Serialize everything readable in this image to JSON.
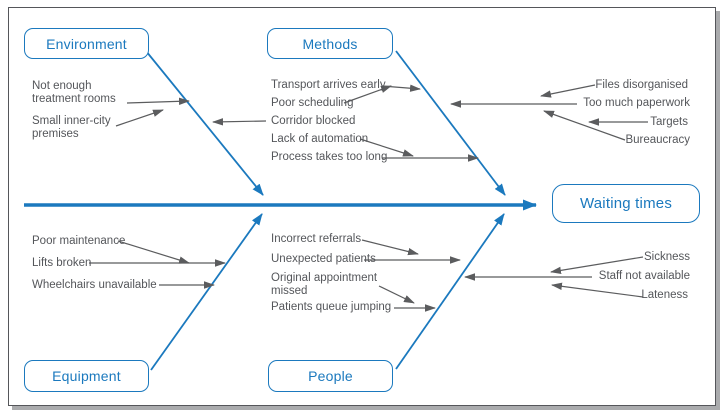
{
  "diagram": {
    "kind": "fishbone-cause-effect",
    "effect": {
      "label": "Waiting times"
    },
    "colors": {
      "accent_blue": "#1b79be",
      "label_gray": "#54565a",
      "frame_gray": "#55565a"
    },
    "fishbone": {
      "environment": {
        "label": "Environment",
        "causes": [
          "Not enough treatment rooms",
          "Small inner-city premises"
        ]
      },
      "methods": {
        "label": "Methods",
        "causes": [
          "Transport arrives early",
          "Poor scheduling",
          "Corridor blocked",
          "Lack of automation",
          "Process takes too long"
        ]
      },
      "equipment": {
        "label": "Equipment",
        "causes": [
          "Poor maintenance",
          "Lifts broken",
          "Wheelchairs unavailable"
        ]
      },
      "people": {
        "label": "People",
        "causes": [
          "Incorrect referrals",
          "Unexpected patients",
          "Original appointment missed",
          "Patients queue jumping"
        ]
      },
      "top_right": {
        "causes": [
          "Files disorganised",
          "Too much paperwork",
          "Targets",
          "Bureaucracy"
        ]
      },
      "bottom_right": {
        "causes": [
          "Sickness",
          "Staff not available",
          "Lateness"
        ]
      }
    }
  }
}
